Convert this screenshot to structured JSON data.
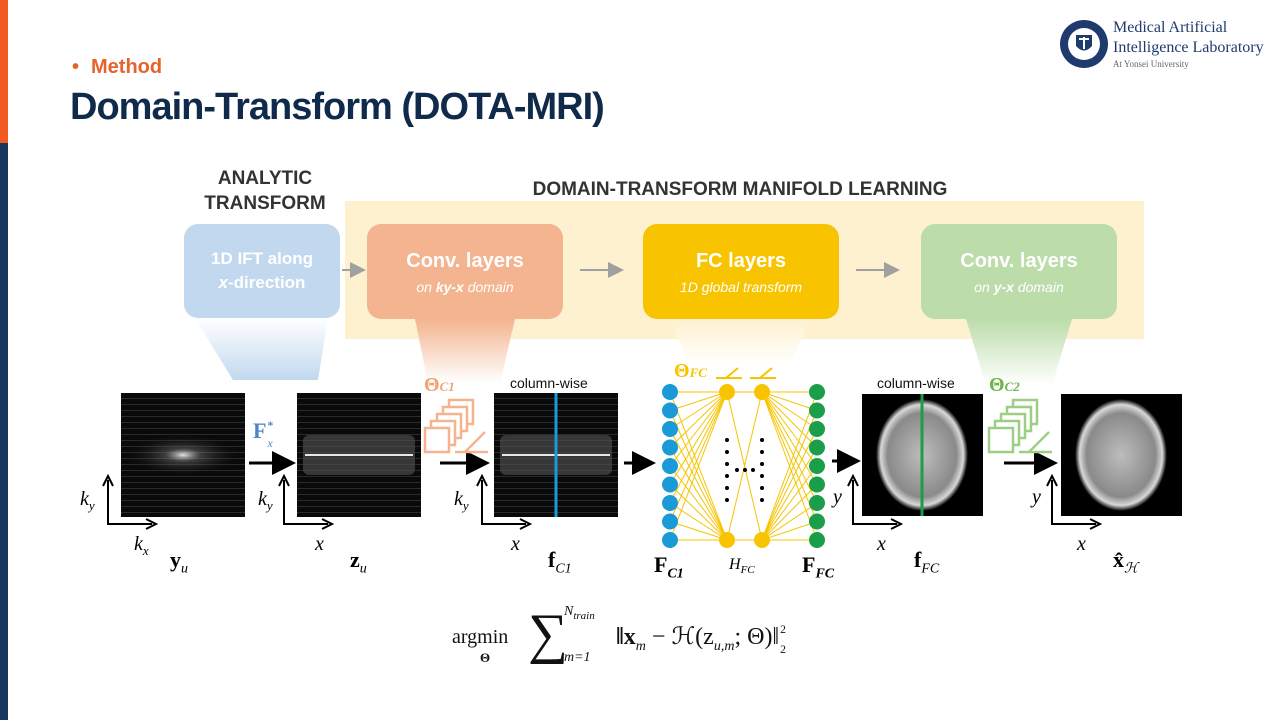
{
  "header": {
    "section": "Method",
    "title": "Domain-Transform (DOTA-MRI)",
    "logo": {
      "line1": "Medical Artificial",
      "line2": "Intelligence Laboratory",
      "line3": "At Yonsei University"
    }
  },
  "diagram": {
    "analytic_header": [
      "ANALYTIC",
      "TRANSFORM"
    ],
    "manifold_header": "DOMAIN-TRANSFORM MANIFOLD LEARNING",
    "boxes": {
      "ift": {
        "line1": "1D IFT along",
        "line2_var": "x",
        "line2_rest": "-direction"
      },
      "conv1": {
        "title": "Conv. layers",
        "sub_pre": "on ",
        "sub_var": "ky-x",
        "sub_post": " domain"
      },
      "fc": {
        "title": "FC layers",
        "sub": "1D global transform"
      },
      "conv2": {
        "title": "Conv. layers",
        "sub_pre": "on ",
        "sub_var": "y-x",
        "sub_post": " domain"
      }
    },
    "column_wise_1": "column-wise",
    "column_wise_2": "column-wise",
    "symbols": {
      "fx": "F",
      "fx_sup": "*",
      "fx_sub": "x",
      "theta_c1": "Θ",
      "theta_c1_sub": "C1",
      "theta_fc": "Θ",
      "theta_fc_sub": "FC",
      "theta_c2": "Θ",
      "theta_c2_sub": "C2",
      "yu": "y",
      "yu_sub": "u",
      "zu": "z",
      "zu_sub": "u",
      "fc1": "f",
      "fc1_sub": "C1",
      "Fc1": "F",
      "Fc1_sub": "C1",
      "Hfc": "H",
      "Hfc_sub": "FC",
      "Ffc": "F",
      "Ffc_sub": "FC",
      "ffc": "f",
      "ffc_sub": "FC",
      "xh": "x̂",
      "xh_sub": "ℋ"
    },
    "axes": {
      "ky": "k",
      "ky_sub": "y",
      "kx": "k",
      "kx_sub": "x",
      "x": "x",
      "y": "y"
    },
    "formula": {
      "argmin": "argmin",
      "argmin_sub": "Θ",
      "sum_upper": "N",
      "sum_upper_sub": "train",
      "sum_lower": "m=1",
      "body": "‖x",
      "body_sub": "m",
      "body_mid": " − ℋ(z",
      "body_mid_sub": "u,m",
      "body_end": "; Θ)‖",
      "sq": "2",
      "norm": "2"
    }
  },
  "colors": {
    "orange": "#f15a22",
    "navy": "#17375e",
    "blue": "#1a9ad6",
    "green": "#1a9e4a",
    "yellow": "#f8c400",
    "conv1": "#f3b48f",
    "conv2": "#bcdcaa"
  }
}
